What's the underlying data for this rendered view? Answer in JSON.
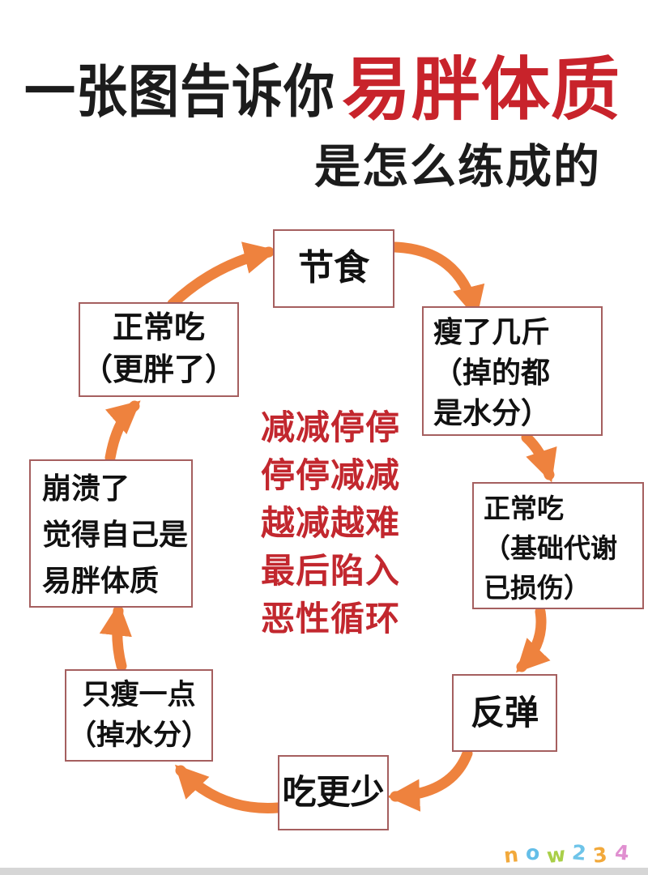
{
  "title": {
    "line1_black": "一张图告诉你",
    "line1_red": "易胖体质",
    "line2": "是怎么练成的"
  },
  "cycle": {
    "nodes": [
      {
        "id": "diet",
        "lines": [
          "节食"
        ]
      },
      {
        "id": "lost-few-jin",
        "lines": [
          "瘦了几斤",
          "（掉的都",
          "是水分）"
        ]
      },
      {
        "id": "eat-normal-2",
        "lines": [
          "正常吃",
          "（基础代谢",
          "已损伤）"
        ]
      },
      {
        "id": "rebound",
        "lines": [
          "反弹"
        ]
      },
      {
        "id": "eat-less",
        "lines": [
          "吃更少"
        ]
      },
      {
        "id": "lose-a-little",
        "lines": [
          "只瘦一点",
          "（掉水分）"
        ]
      },
      {
        "id": "breakdown",
        "lines": [
          "崩溃了",
          "觉得自己是",
          "易胖体质"
        ]
      },
      {
        "id": "eat-normal-1",
        "lines": [
          "正常吃",
          "（更胖了）"
        ]
      }
    ],
    "center": [
      "减减停停",
      "停停减减",
      "越减越难",
      "最后陷入",
      "恶性循环"
    ]
  },
  "colors": {
    "title_red": "#C8232B",
    "text_black": "#1C1C1C",
    "center_red": "#C2272E",
    "box_border": "#A55F5F",
    "arrow": "#EE823E",
    "bottom_strip": "#D6D6D6"
  },
  "watermark": {
    "letters": [
      {
        "char": "n",
        "color": "#F2A93B"
      },
      {
        "char": "o",
        "color": "#64BEE8"
      },
      {
        "char": "w",
        "color": "#A9CF48"
      },
      {
        "char": "2",
        "color": "#6EC4E9"
      },
      {
        "char": "3",
        "color": "#F2A93B"
      },
      {
        "char": "4",
        "color": "#E08FD0"
      }
    ]
  }
}
